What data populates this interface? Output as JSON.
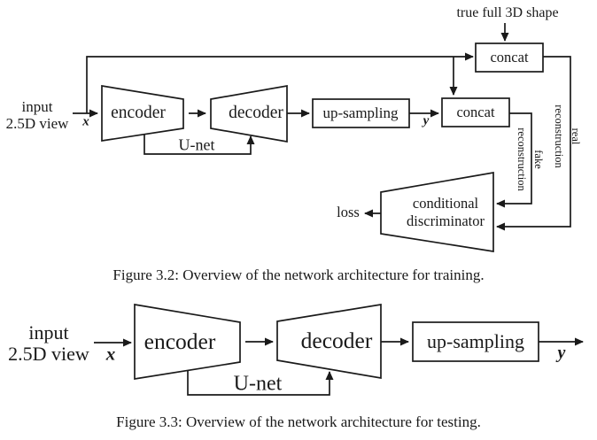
{
  "colors": {
    "ink": "#1a1a1a",
    "background": "#ffffff"
  },
  "figure_training": {
    "true_full_3d_shape_label": "true full 3D shape",
    "input_label_line1": "input",
    "input_label_line2": "2.5D view",
    "x_symbol": "x",
    "encoder_label": "encoder",
    "decoder_label": "decoder",
    "unet_label": "U-net",
    "upsampling_label": "up-sampling",
    "y_symbol": "y",
    "concat_top_label": "concat",
    "concat_mid_label": "concat",
    "fake_label_line1": "fake",
    "fake_label_line2": "reconstruction",
    "real_label_line1": "real",
    "real_label_line2": "reconstruction",
    "discriminator_label_line1": "conditional",
    "discriminator_label_line2": "discriminator",
    "loss_label": "loss",
    "caption": "Figure 3.2: Overview of the network architecture for training."
  },
  "figure_testing": {
    "input_label_line1": "input",
    "input_label_line2": "2.5D view",
    "x_symbol": "x",
    "encoder_label": "encoder",
    "decoder_label": "decoder",
    "unet_label": "U-net",
    "upsampling_label": "up-sampling",
    "y_symbol": "y",
    "caption": "Figure 3.3: Overview of the network architecture for testing."
  }
}
